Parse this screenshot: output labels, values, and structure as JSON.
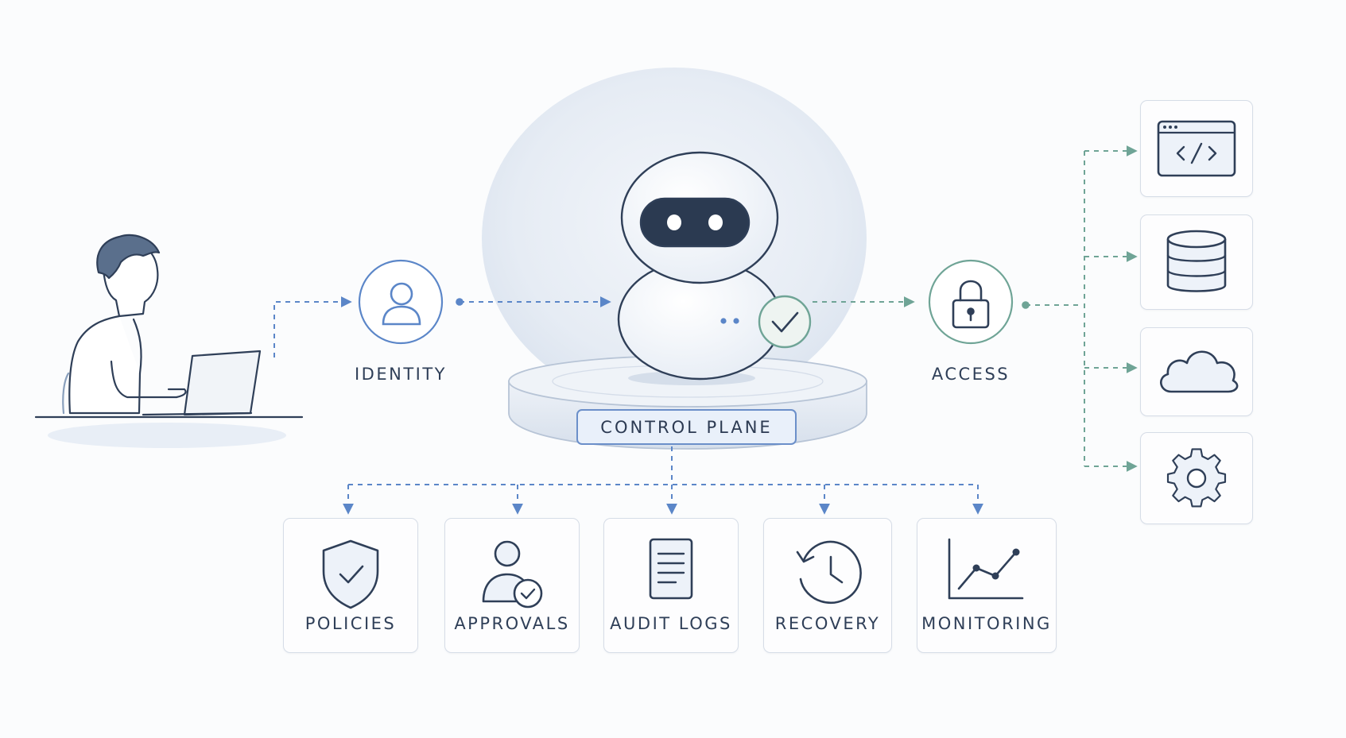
{
  "nodes": {
    "identity": {
      "label": "IDENTITY"
    },
    "control_plane": {
      "label": "CONTROL PLANE"
    },
    "access": {
      "label": "ACCESS"
    }
  },
  "modules": [
    {
      "label": "POLICIES",
      "icon": "shield-check-icon"
    },
    {
      "label": "APPROVALS",
      "icon": "user-check-icon"
    },
    {
      "label": "AUDIT LOGS",
      "icon": "document-icon"
    },
    {
      "label": "RECOVERY",
      "icon": "clock-history-icon"
    },
    {
      "label": "MONITORING",
      "icon": "line-chart-icon"
    }
  ],
  "resources": [
    {
      "icon": "code-window-icon"
    },
    {
      "icon": "database-icon"
    },
    {
      "icon": "cloud-icon"
    },
    {
      "icon": "gear-icon"
    }
  ],
  "colors": {
    "blue_flow": "#5b86c8",
    "green_flow": "#6fa496",
    "ink": "#2f3f58",
    "card_border": "#d6dde7"
  }
}
